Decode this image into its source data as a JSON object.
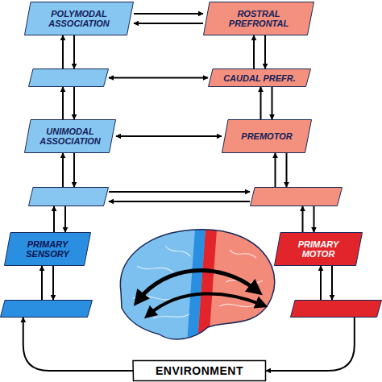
{
  "diagram": {
    "nodes": [
      {
        "text": [
          "POLYMODAL ASSOCIATION"
        ]
      },
      {
        "text": [
          "ROSTRAL PREFRONTAL"
        ]
      },
      {
        "text": []
      },
      {
        "text": [
          "CAUDAL PREFR."
        ]
      },
      {
        "text": [
          "UNIMODAL ASSOCIATION"
        ]
      },
      {
        "text": [
          "PREMOTOR"
        ]
      },
      {
        "text": []
      },
      {
        "text": []
      },
      {
        "text": [
          "PRIMARY SENSORY"
        ]
      },
      {
        "text": [
          "PRIMARY MOTOR"
        ]
      },
      {
        "text": []
      },
      {
        "text": []
      },
      {
        "text": [
          "ENVIRONMENT"
        ]
      }
    ],
    "edges": [
      {
        "from": 10,
        "to": 8,
        "arrow": "to"
      },
      {
        "from": 8,
        "to": 10,
        "arrow": "to"
      },
      {
        "from": 8,
        "to": 6,
        "arrow": "to"
      },
      {
        "from": 6,
        "to": 8,
        "arrow": "to"
      },
      {
        "from": 6,
        "to": 4,
        "arrow": "to"
      },
      {
        "from": 4,
        "to": 6,
        "arrow": "to"
      },
      {
        "from": 4,
        "to": 2,
        "arrow": "to"
      },
      {
        "from": 2,
        "to": 4,
        "arrow": "to"
      },
      {
        "from": 2,
        "to": 0,
        "arrow": "to"
      },
      {
        "from": 0,
        "to": 2,
        "arrow": "to"
      },
      {
        "from": 0,
        "to": 1,
        "arrow": "to"
      },
      {
        "from": 1,
        "to": 0,
        "arrow": "to"
      },
      {
        "from": 2,
        "to": 3,
        "arrow": "both"
      },
      {
        "from": 4,
        "to": 5,
        "arrow": "both"
      },
      {
        "from": 6,
        "to": 7,
        "arrow": "to"
      },
      {
        "from": 7,
        "to": 6,
        "arrow": "to"
      },
      {
        "from": 1,
        "to": 3,
        "arrow": "to"
      },
      {
        "from": 3,
        "to": 1,
        "arrow": "to"
      },
      {
        "from": 3,
        "to": 5,
        "arrow": "to"
      },
      {
        "from": 5,
        "to": 3,
        "arrow": "to"
      },
      {
        "from": 5,
        "to": 7,
        "arrow": "to"
      },
      {
        "from": 7,
        "to": 5,
        "arrow": "to"
      },
      {
        "from": 7,
        "to": 9,
        "arrow": "to"
      },
      {
        "from": 9,
        "to": 7,
        "arrow": "to"
      },
      {
        "from": 9,
        "to": 11,
        "arrow": "to"
      },
      {
        "from": 11,
        "to": 9,
        "arrow": "to"
      },
      {
        "from": 11,
        "to": 12,
        "arrow": "to"
      },
      {
        "from": 12,
        "to": 10,
        "arrow": "to"
      }
    ]
  }
}
